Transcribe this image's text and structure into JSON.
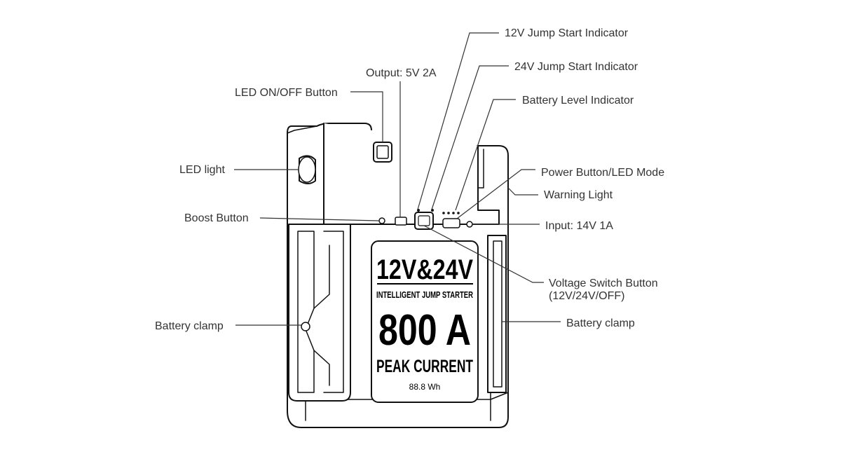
{
  "labels": {
    "jump_12v": "12V Jump Start Indicator",
    "jump_24v": "24V Jump Start Indicator",
    "output": "Output: 5V 2A",
    "led_onoff": "LED ON/OFF Button",
    "battery_level": "Battery Level Indicator",
    "led_light": "LED light",
    "power_button": "Power Button/LED Mode",
    "warning_light": "Warning Light",
    "boost_button": "Boost Button",
    "input": "Input: 14V 1A",
    "voltage_switch_line1": "Voltage Switch Button",
    "voltage_switch_line2": "(12V/24V/OFF)",
    "clamp_left": "Battery clamp",
    "clamp_right": "Battery clamp"
  },
  "panel": {
    "voltage": "12V&24V",
    "subtitle": "INTELLIGENT JUMP STARTER",
    "current": "800 A",
    "peak": "PEAK CURRENT",
    "capacity": "88.8 Wh"
  },
  "colors": {
    "line": "#333333",
    "outline": "#111111",
    "background": "#ffffff"
  }
}
